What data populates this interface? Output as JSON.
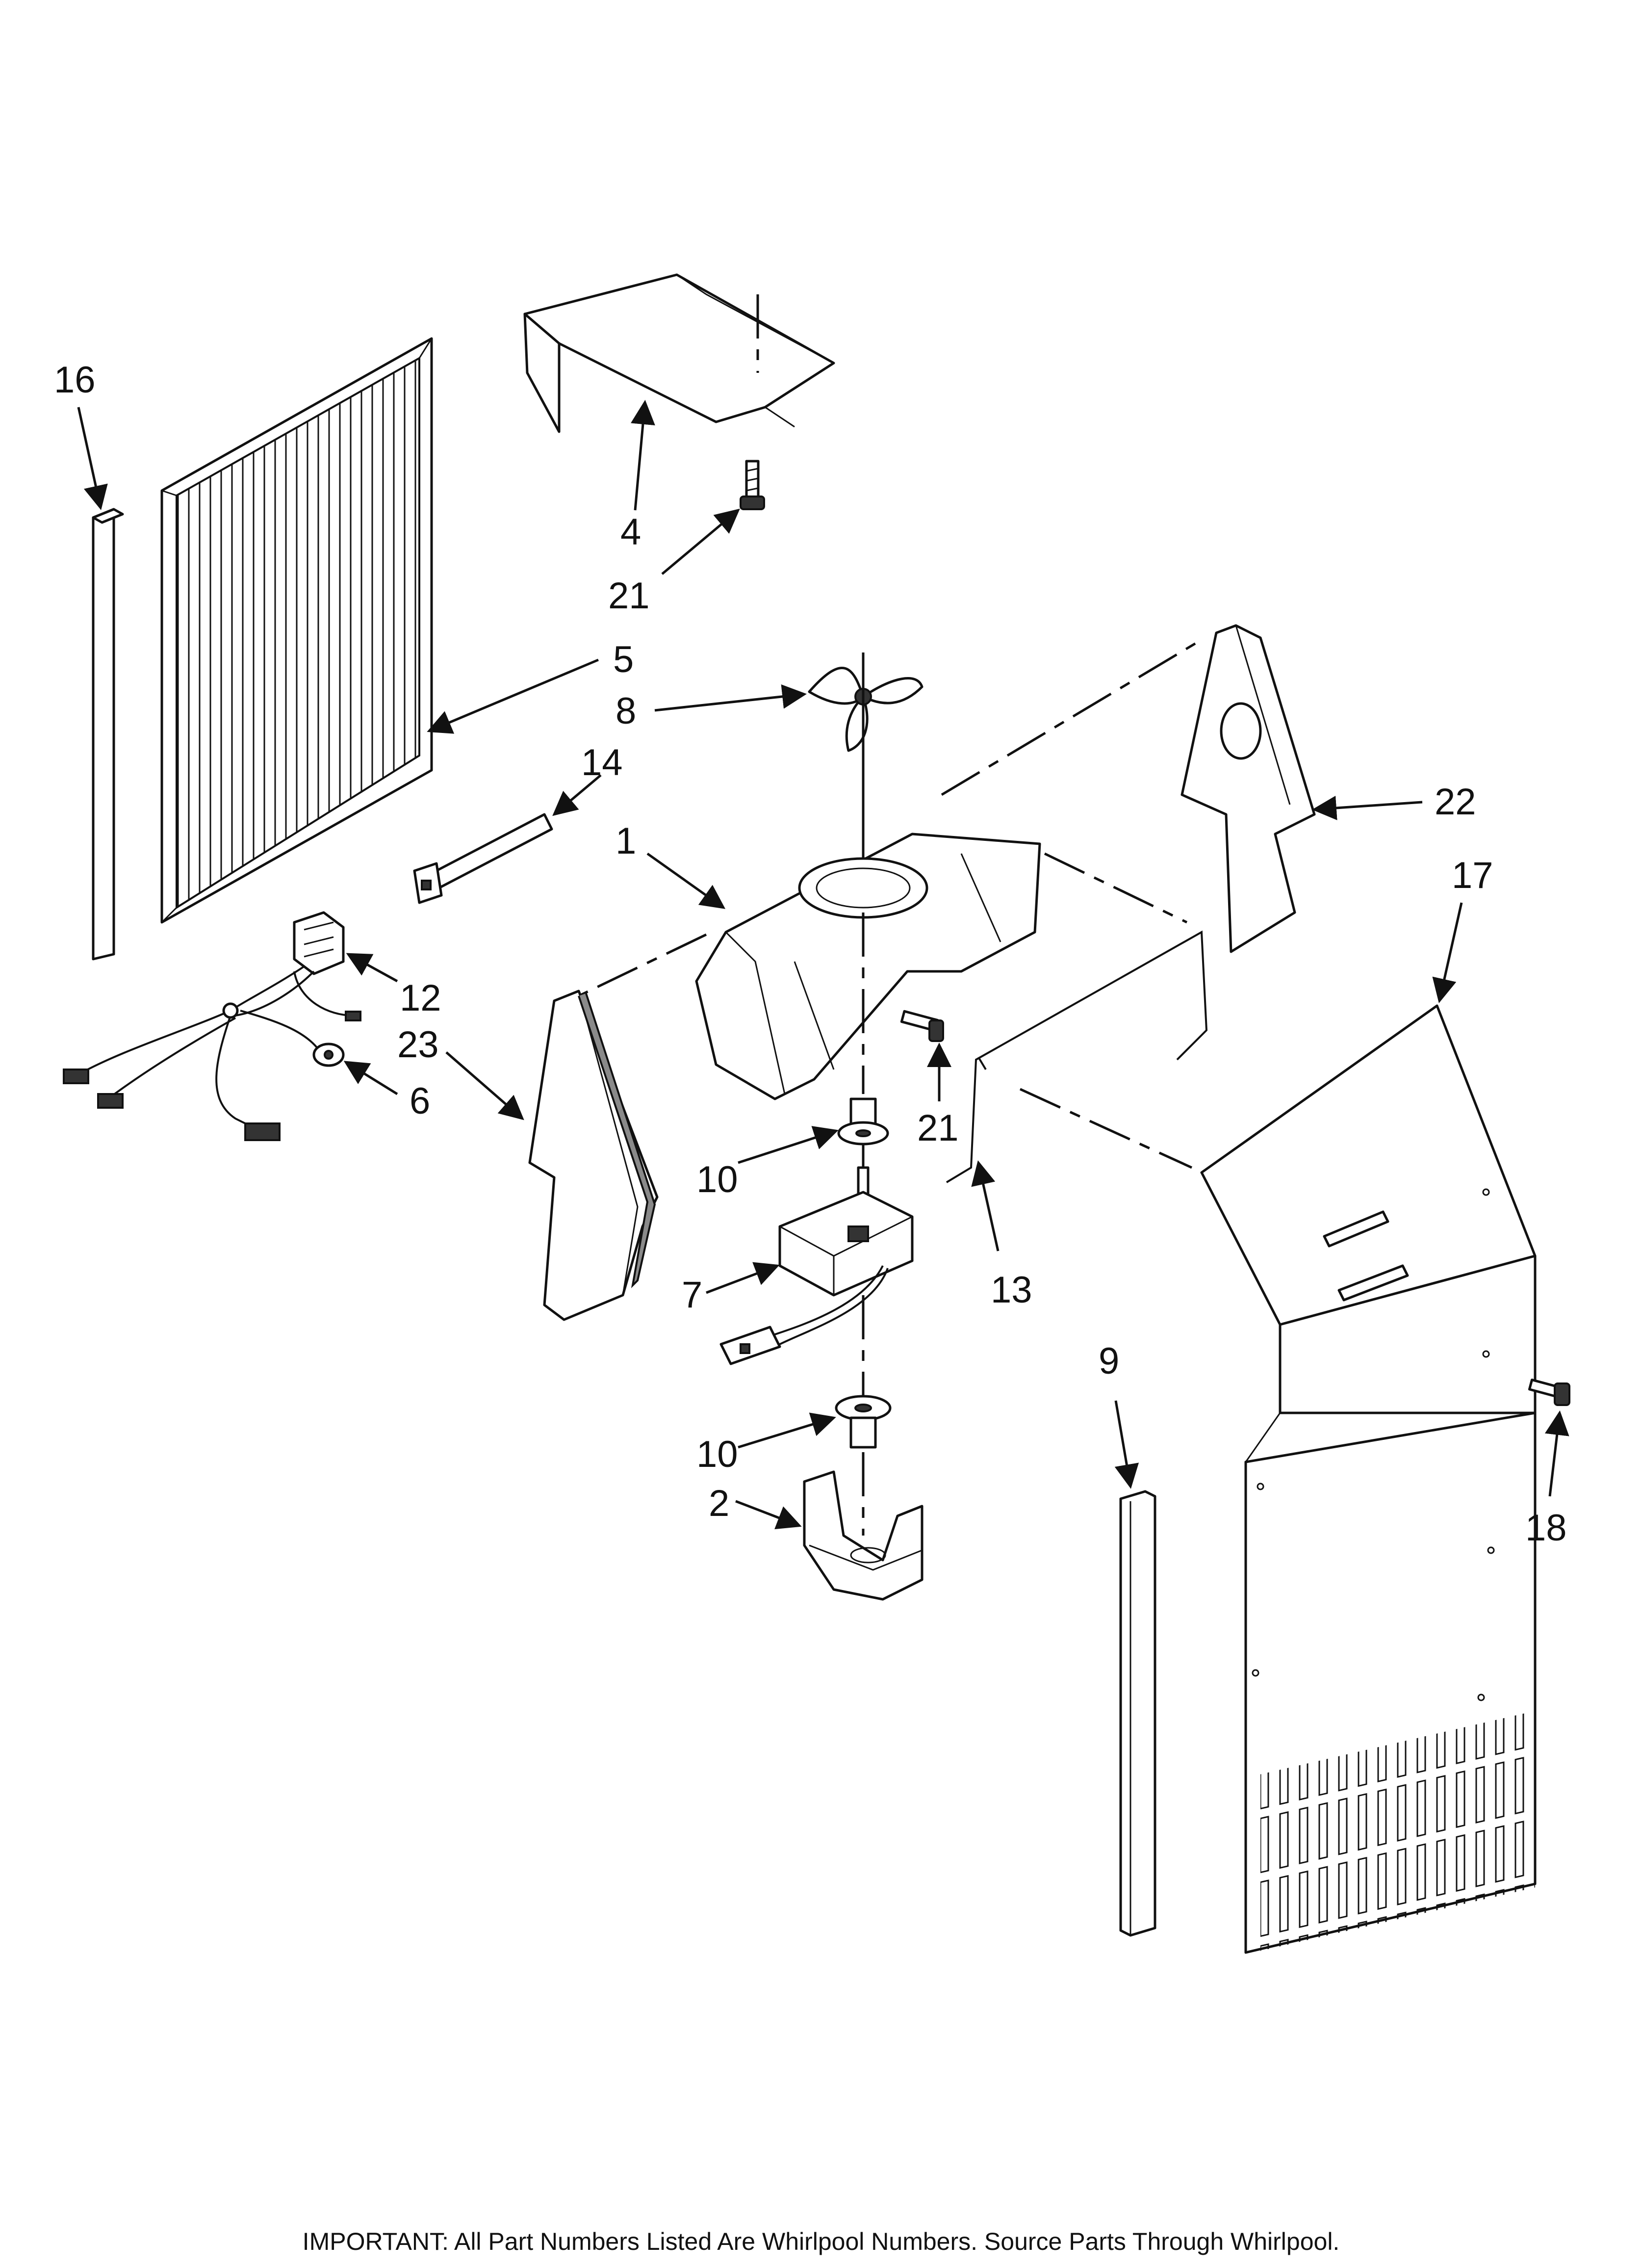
{
  "callouts": {
    "c1": "1",
    "c2": "2",
    "c4": "4",
    "c5": "5",
    "c6": "6",
    "c7": "7",
    "c8": "8",
    "c9": "9",
    "c10a": "10",
    "c10b": "10",
    "c12": "12",
    "c13": "13",
    "c14": "14",
    "c16": "16",
    "c17": "17",
    "c18": "18",
    "c21a": "21",
    "c21b": "21",
    "c22": "22",
    "c23": "23"
  },
  "footer": {
    "note": "IMPORTANT: All Part Numbers Listed Are Whirlpool Numbers. Source Parts Through Whirlpool."
  }
}
